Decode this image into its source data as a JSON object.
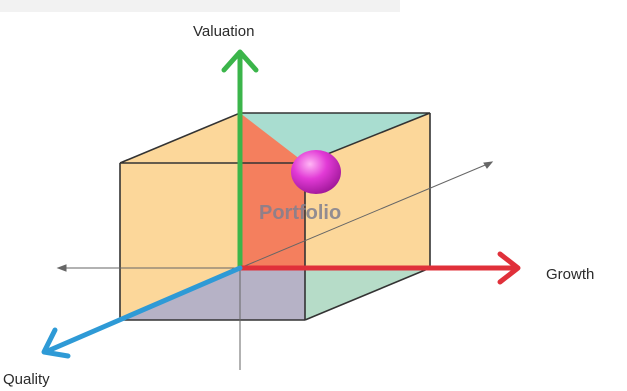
{
  "diagram": {
    "axes": {
      "valuation": "Valuation",
      "growth": "Growth",
      "quality": "Quality"
    },
    "portfolio_label": "Portfolio",
    "colors": {
      "valuation_axis": "#3bb54a",
      "growth_axis": "#e0303a",
      "quality_axis": "#2e9ad6",
      "portfolio_sphere": "#e23ad6",
      "cube_side_face": "#fcd79a",
      "cube_top_face": "#a9ddd0",
      "cube_inner_back": "#f47f5e",
      "cube_inner_floor": "#b6b2c6",
      "cube_edge": "#333333"
    }
  }
}
